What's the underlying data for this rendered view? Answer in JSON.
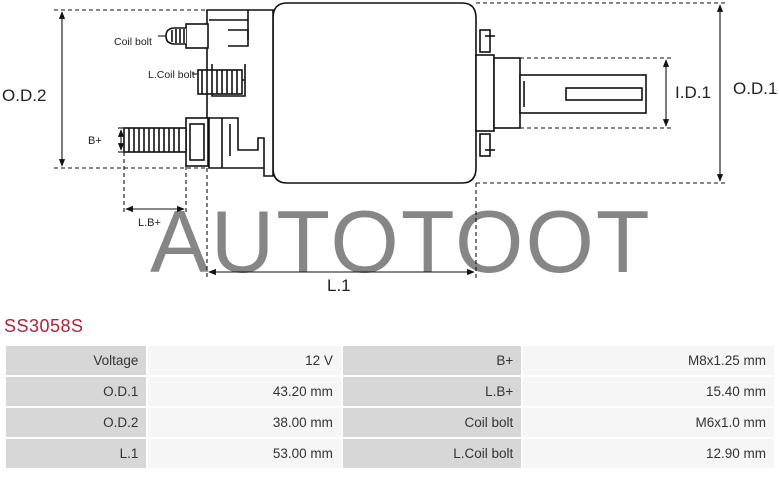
{
  "watermark": "AUTOTOOT",
  "part_code": "SS3058S",
  "drawing_labels": {
    "coil_bolt": "Coil bolt",
    "l_coil_bolt": "L.Coil bolt",
    "b_plus": "B+",
    "l_b_plus": "L.B+",
    "od2": "O.D.2",
    "od1": "O.D.1",
    "id1": "I.D.1",
    "l1": "L.1"
  },
  "specs": [
    {
      "k1": "Voltage",
      "v1": "12 V",
      "k2": "B+",
      "v2": "M8x1.25 mm"
    },
    {
      "k1": "O.D.1",
      "v1": "43.20 mm",
      "k2": "L.B+",
      "v2": "15.40 mm"
    },
    {
      "k1": "O.D.2",
      "v1": "38.00 mm",
      "k2": "Coil bolt",
      "v2": "M6x1.0 mm"
    },
    {
      "k1": "L.1",
      "v1": "53.00 mm",
      "k2": "L.Coil bolt",
      "v2": "12.90 mm"
    }
  ]
}
